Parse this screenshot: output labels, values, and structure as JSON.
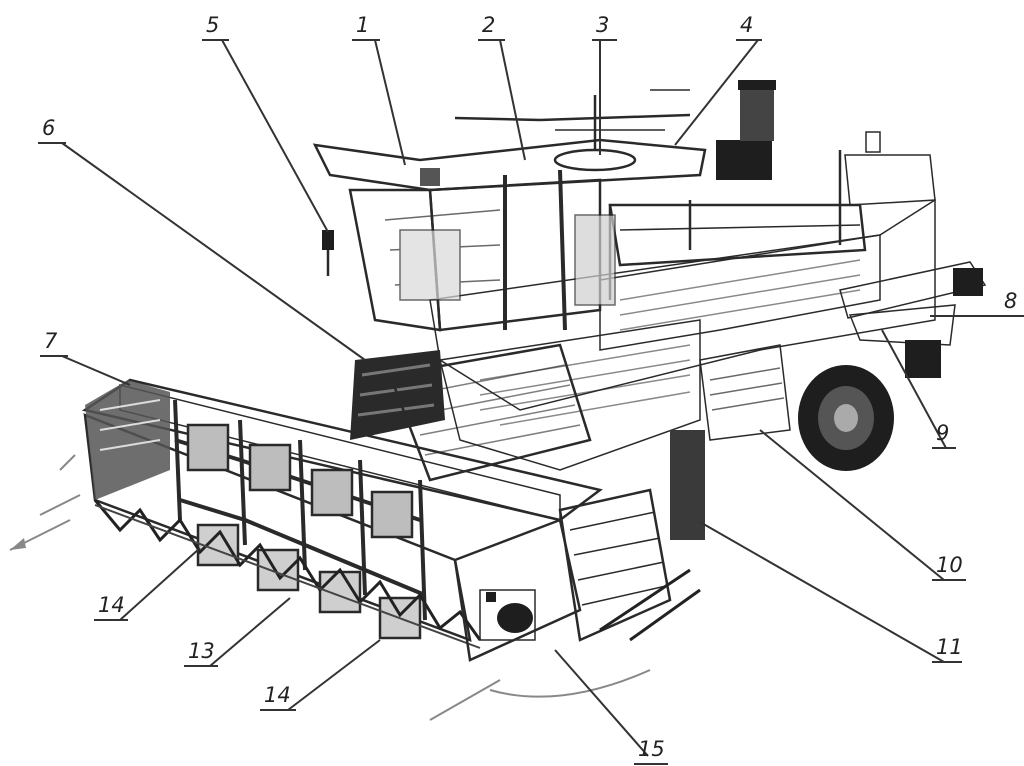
{
  "figure": {
    "alt": "Technical line drawing of a combine harvester with numbered part callouts",
    "callouts": [
      {
        "id": "c1a",
        "label": "1"
      },
      {
        "id": "c2",
        "label": "2"
      },
      {
        "id": "c3",
        "label": "3"
      },
      {
        "id": "c4",
        "label": "4"
      },
      {
        "id": "c5",
        "label": "5"
      },
      {
        "id": "c6",
        "label": "6"
      },
      {
        "id": "c1b",
        "label": "7"
      },
      {
        "id": "c8",
        "label": "8"
      },
      {
        "id": "c9",
        "label": "9"
      },
      {
        "id": "c10",
        "label": "10"
      },
      {
        "id": "c11",
        "label": "11"
      },
      {
        "id": "c14a",
        "label": "14"
      },
      {
        "id": "c13",
        "label": "13"
      },
      {
        "id": "c14b",
        "label": "14"
      },
      {
        "id": "c15",
        "label": "15"
      }
    ]
  }
}
